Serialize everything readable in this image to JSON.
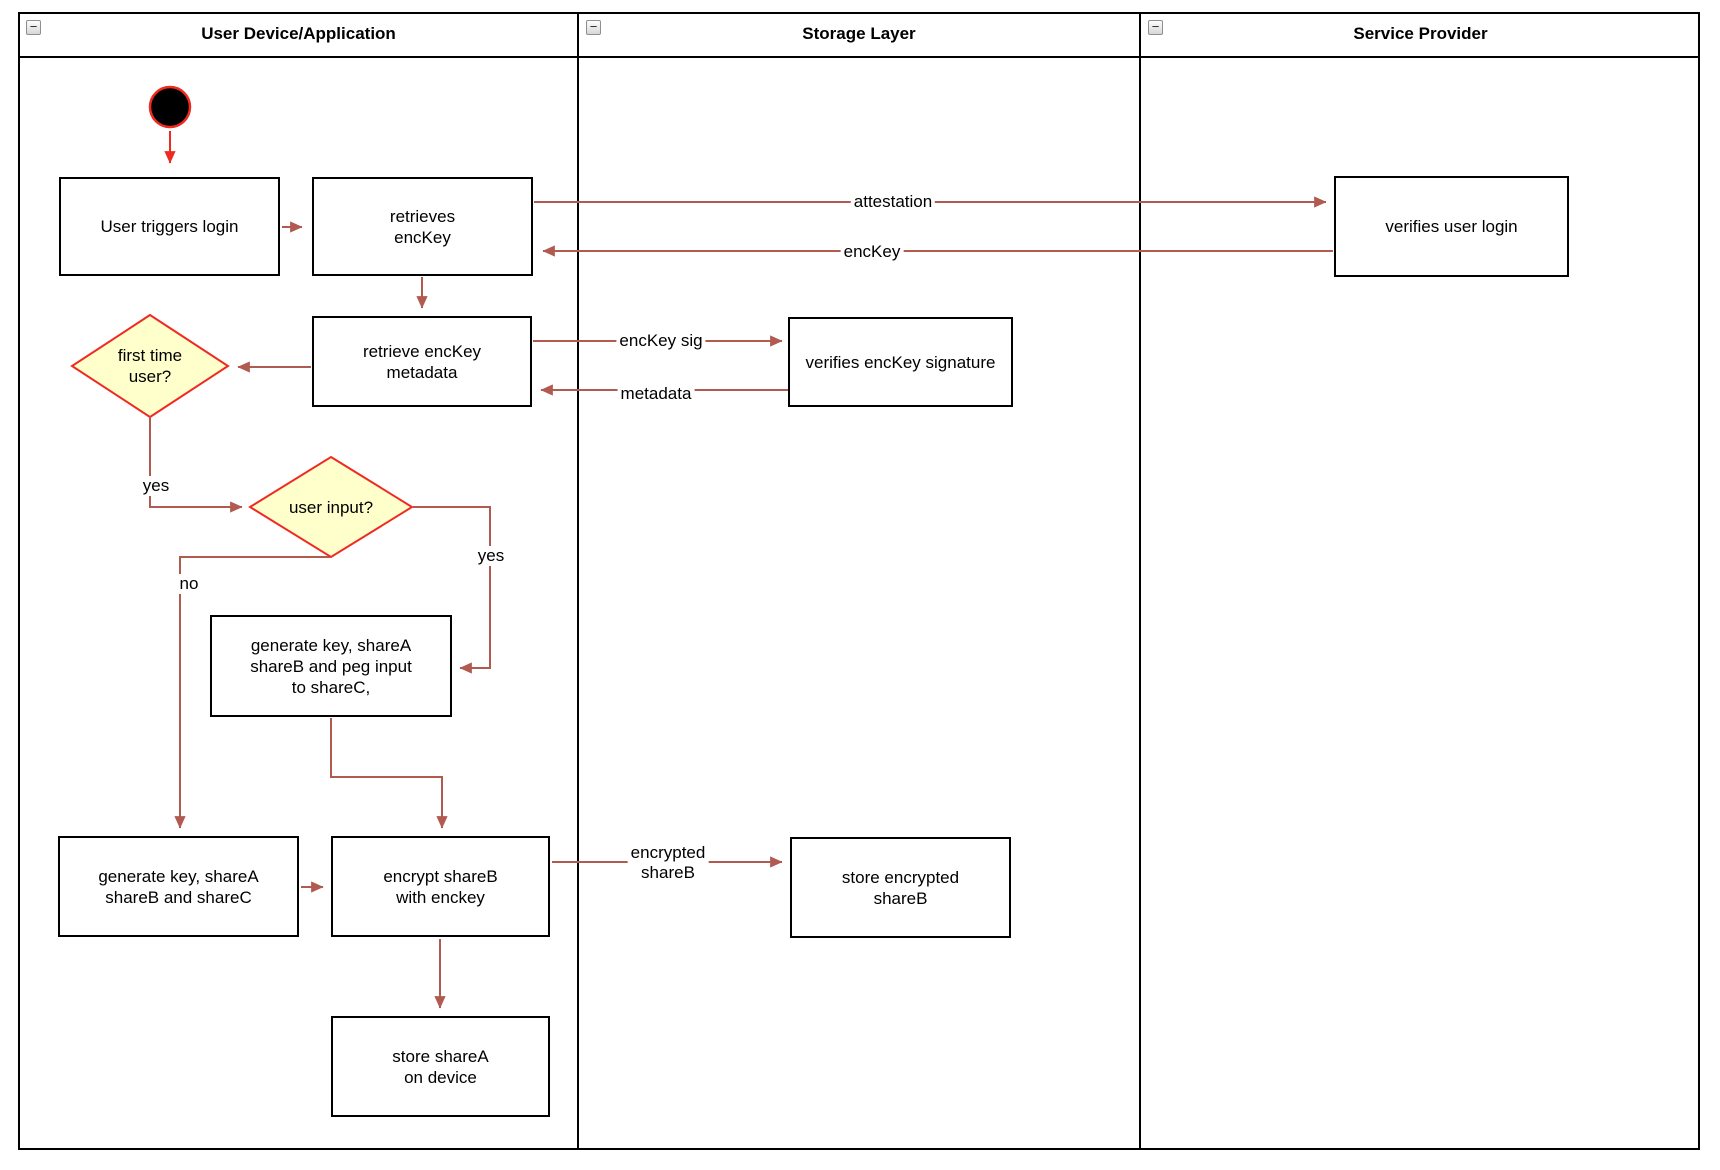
{
  "lanes": [
    {
      "title": "User Device/Application"
    },
    {
      "title": "Storage Layer"
    },
    {
      "title": "Service Provider"
    }
  ],
  "collapse_glyph": "−",
  "nodes": {
    "user_triggers_login": "User triggers login",
    "retrieves_enckey": "retrieves\nencKey",
    "retrieve_enckey_metadata": "retrieve encKey\nmetadata",
    "first_time_user": "first time\nuser?",
    "user_input": "user input?",
    "generate_key_peg_input": "generate key, shareA\nshareB and peg input\nto shareC,",
    "generate_key_sharec": "generate key, shareA\nshareB and shareC",
    "encrypt_shareb": "encrypt shareB\nwith enckey",
    "store_sharea": "store shareA\non device",
    "verifies_enckey_signature": "verifies encKey signature",
    "store_encrypted_shareb": "store encrypted\nshareB",
    "verifies_user_login": "verifies user login"
  },
  "edge_labels": {
    "attestation": "attestation",
    "enckey": "encKey",
    "enckey_sig": "encKey sig",
    "metadata": "metadata",
    "encrypted_shareb": "encrypted\nshareB",
    "first_time_yes": "yes",
    "user_input_yes": "yes",
    "user_input_no": "no"
  },
  "colors": {
    "edge": "#B05A50",
    "accent_red": "#EE2B1F",
    "decision_fill": "#FFFFCC",
    "decision_border": "#F02A22",
    "node_border": "#000000"
  }
}
